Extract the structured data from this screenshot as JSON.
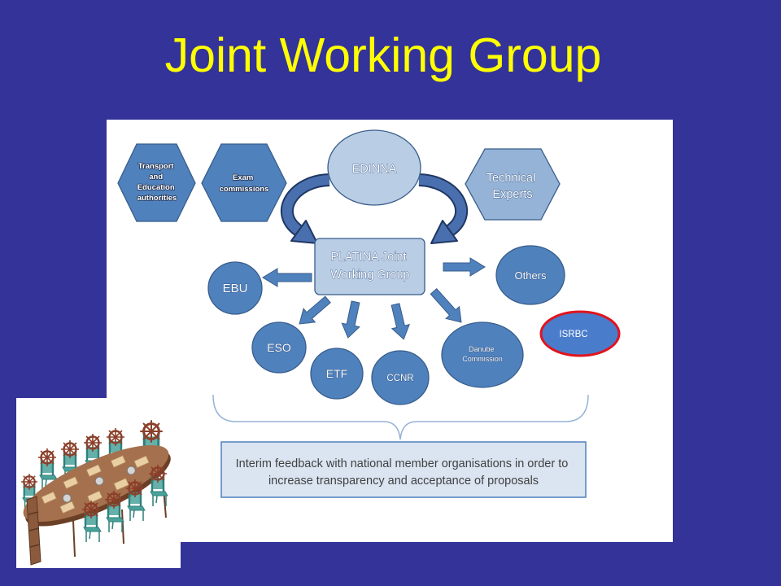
{
  "slide": {
    "title": "Joint Working Group"
  },
  "colors": {
    "background": "#333399",
    "title": "#ffff00",
    "panel": "#ffffff",
    "node_dark": "#4f81bd",
    "node_border": "#385d8a",
    "node_light": "#b9cde5",
    "node_mid": "#95b3d7",
    "node_isrbc": "#4a7ccc",
    "isrbc_border": "#e0141e",
    "curved_arrow": "#4a6fae",
    "curved_arrow_outline": "#1f3864",
    "feedback_fill": "#dbe5f1",
    "feedback_text": "#404040",
    "brace": "#95b3d7"
  },
  "diagram": {
    "transport_authorities": [
      "Transport",
      "and",
      "Education",
      "authorities"
    ],
    "exam_commissions": [
      "Exam",
      "commissions"
    ],
    "edinna": "EDINNA",
    "technical_experts": [
      "Technical",
      "Experts"
    ],
    "platina": [
      "PLATINA Joint",
      "Working Group"
    ],
    "ebu": "EBU",
    "others": "Others",
    "isrbc": "ISRBC",
    "eso": "ESO",
    "etf": "ETF",
    "ccnr": "CCNR",
    "danube_commission": [
      "Danube",
      "Commission"
    ],
    "feedback": [
      "Interim feedback with national member organisations in order to",
      "increase transparency and acceptance of proposals"
    ]
  }
}
